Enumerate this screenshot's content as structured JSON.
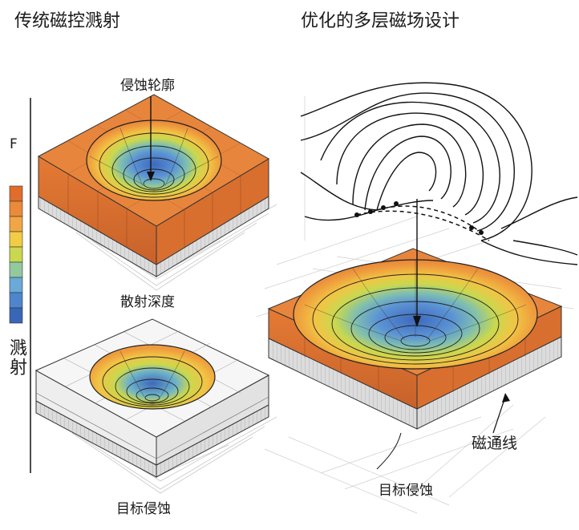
{
  "titles": {
    "left": "传统磁控溅射",
    "right": "优化的多层磁场设计"
  },
  "labels": {
    "erosion_profile": "侵蚀轮廓",
    "scatter_depth": "散射深度",
    "target_erosion_left": "目标侵蚀",
    "magnetic_flux": "磁通线",
    "target_erosion_right": "目标侵蚀",
    "side_axis": "溅射",
    "side_mark": "F"
  },
  "legend": {
    "colors": [
      "#e06d2b",
      "#eb8a3b",
      "#f1a643",
      "#f2cc45",
      "#c9d84e",
      "#93c99f",
      "#6aa9d8",
      "#4d86cc",
      "#3a66b8"
    ]
  },
  "colors": {
    "orange": "#e8853c",
    "orange_dark": "#c8622a",
    "base_gray": "#d9d9d9",
    "outline": "#222222"
  }
}
